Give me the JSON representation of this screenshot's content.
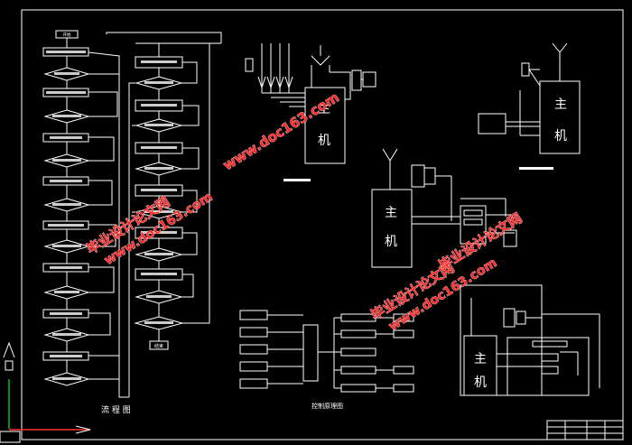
{
  "flowchart": {
    "caption": "流 程 图",
    "start_label": "开始",
    "end_label": "结束"
  },
  "control": {
    "caption": "控制原理图"
  },
  "chips": {
    "main_top": [
      "主",
      "机"
    ],
    "main_mid": [
      "主",
      "机"
    ],
    "main_right": [
      "主",
      "机"
    ],
    "main_bottom": [
      "主",
      "机"
    ]
  },
  "watermarks": [
    {
      "line1": "毕业设计论文网",
      "line2": "www.doc163.com"
    },
    {
      "line1": "毕业设计论文网",
      "line2": "www.doc163.com"
    },
    {
      "line1": "毕业设计论文网",
      "line2": "www.doc163.com"
    }
  ],
  "colors": {
    "wire": "#ffffff",
    "watermark": "#ff2a2a",
    "axis_green": "#00c000",
    "axis_red": "#ff3030"
  }
}
